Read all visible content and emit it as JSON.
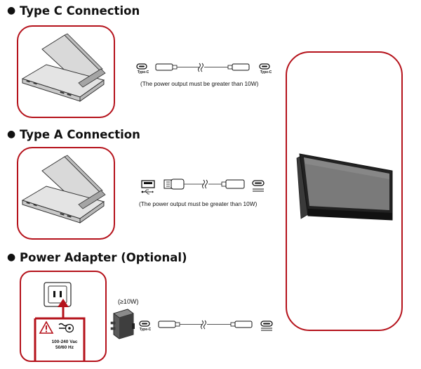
{
  "sections": [
    {
      "title": "Type C Connection",
      "note": "(The power output must be greater than 10W)"
    },
    {
      "title": "Type A Connection",
      "note": "(The power output must be greater than 10W)"
    },
    {
      "title": "Power Adapter (Optional)"
    }
  ],
  "port_labels": {
    "type_c": "Type-C",
    "type_c_right": "Type-C"
  },
  "adapter": {
    "wattage": "(≥10W)",
    "voltage": "100-240 Vac",
    "frequency": "50/60 Hz"
  },
  "colors": {
    "accent": "#b5121b",
    "text": "#111111"
  },
  "icons": [
    "laptop",
    "portable-monitor",
    "usb-c-cable",
    "usb-a-cable",
    "wall-outlet",
    "warning-triangle",
    "power-adapter",
    "bullet"
  ]
}
